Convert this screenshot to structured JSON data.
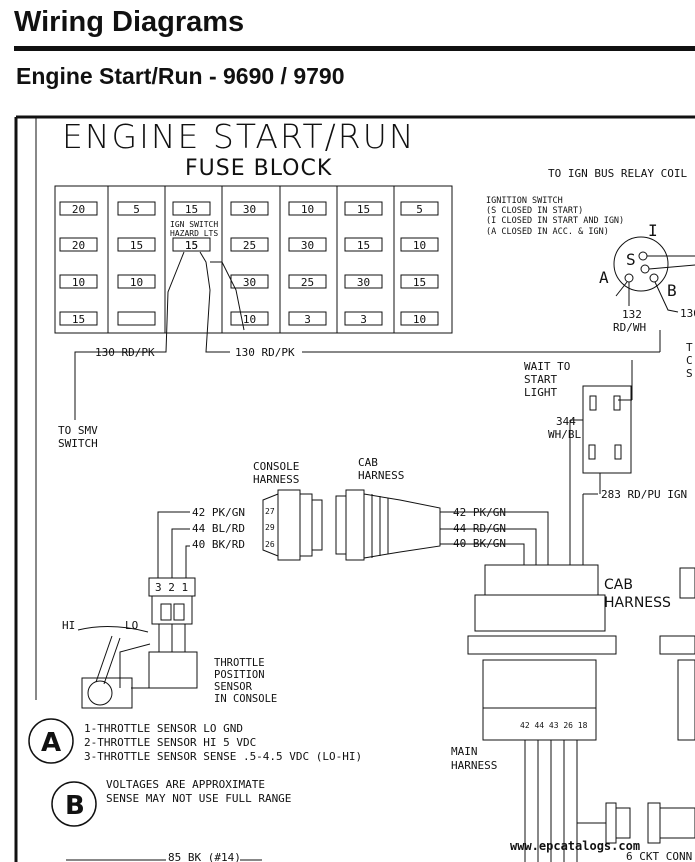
{
  "header": {
    "section_title": "Wiring Diagrams",
    "page_title": "Engine Start/Run - 9690 / 9790"
  },
  "diagram": {
    "title": "ENGINE START/RUN",
    "fuse_block_label": "FUSE BLOCK",
    "fuse_columns": [
      [
        "20",
        "20",
        "10",
        "15"
      ],
      [
        "5",
        "15",
        "10",
        ""
      ],
      [
        "15",
        "15",
        "",
        ""
      ],
      [
        "30",
        "25",
        "30",
        "10"
      ],
      [
        "10",
        "30",
        "25",
        "3"
      ],
      [
        "15",
        "15",
        "30",
        "3"
      ],
      [
        "5",
        "10",
        "15",
        "10"
      ]
    ],
    "ign_switch_label_1": "IGN SWITCH",
    "ign_switch_label_2": "HAZARD LTS",
    "wire_130_left": "130 RD/PK",
    "wire_130_right": "130 RD/PK",
    "to_smv_1": "TO SMV",
    "to_smv_2": "SWITCH",
    "to_ign_bus": "TO IGN BUS RELAY COIL",
    "ignition_switch": {
      "title": "IGNITION SWITCH",
      "line1": "(S CLOSED IN START)",
      "line2": "(I CLOSED IN START AND IGN)",
      "line3": "(A CLOSED IN  ACC. & IGN)",
      "term_i": "I",
      "term_s": "S",
      "term_a": "A",
      "term_b": "B"
    },
    "wire_132": "132",
    "wire_132_color": "RD/WH",
    "wire_130_partial": "130",
    "right_edge_labels": [
      "T",
      "C",
      "S"
    ],
    "wait_to_start": [
      "WAIT TO",
      "START",
      "LIGHT"
    ],
    "wire_344": "344",
    "wire_344_color": "WH/BL",
    "wire_283": "283 RD/PU  IGN",
    "console_harness": [
      "CONSOLE",
      "HARNESS"
    ],
    "cab_harness_top": [
      "CAB",
      "HARNESS"
    ],
    "left_wires": [
      "42 PK/GN",
      "44 BL/RD",
      "40 BK/RD"
    ],
    "pin_numbers": [
      "27",
      "29",
      "26"
    ],
    "right_wires": [
      "42 PK/GN",
      "44 RD/GN",
      "40 BK/GN"
    ],
    "cab_harness_right": [
      "CAB",
      "HARNESS"
    ],
    "connector_pins": "3 2 1",
    "hi_label": "HI",
    "lo_label": "LO",
    "throttle_sensor": [
      "THROTTLE",
      "POSITION",
      "SENSOR",
      "IN CONSOLE"
    ],
    "main_connector_pins": "42 44 43 26 18",
    "main_harness": [
      "MAIN",
      "HARNESS"
    ],
    "callout_a": "A",
    "callout_b": "B",
    "notes_a": [
      "1-THROTTLE SENSOR LO      GND",
      "2-THROTTLE SENSOR HI       5  VDC",
      "3-THROTTLE SENSOR SENSE .5-4.5 VDC (LO-HI)"
    ],
    "notes_b": [
      "VOLTAGES ARE APPROXIMATE",
      "SENSE MAY NOT USE FULL RANGE"
    ],
    "bottom_wire": "85 BK (#14)",
    "six_ckt": "6 CKT CONN",
    "watermark": "www.epcatalogs.com"
  }
}
